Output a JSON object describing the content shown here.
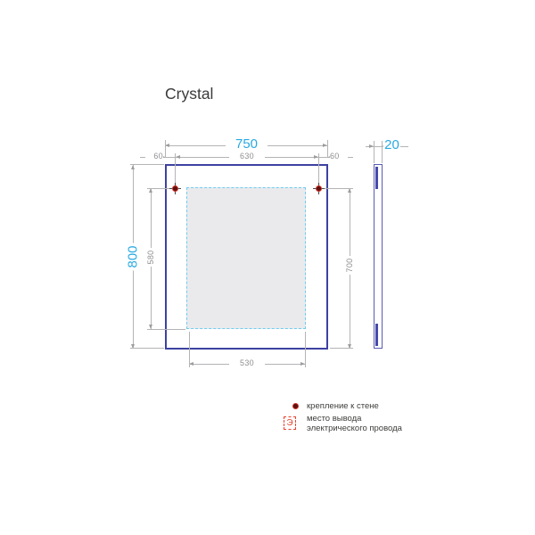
{
  "title": "Crystal",
  "front_view": {
    "dim_width_total": "750",
    "dim_width_between_mounts": "630",
    "dim_margin_left": "60",
    "dim_margin_right": "60",
    "dim_height_total": "800",
    "dim_led_zone_height": "580",
    "dim_mount_to_bottom": "700",
    "dim_led_zone_width": "530"
  },
  "side_view": {
    "dim_depth": "20"
  },
  "legend": {
    "mount": {
      "label": "крепление к стене"
    },
    "electric": {
      "symbol": "Э",
      "label_line1": "место вывода",
      "label_line2": "электрического провода"
    }
  },
  "colors": {
    "accent_cyan": "#29a9e1",
    "frame_blue": "#3d41a1",
    "side_profile_blue": "#585cb4",
    "dashed_zone_border": "#6fcdf0",
    "zone_fill": "#eaeaec",
    "dimension_gray": "#b4b4b6",
    "dimension_text_gray": "#8f8f92",
    "legend_red": "#e8432e",
    "mount_dot_red": "#d0312a",
    "mount_dot_dark": "#5c100d",
    "title_text": "#3a3a39"
  }
}
